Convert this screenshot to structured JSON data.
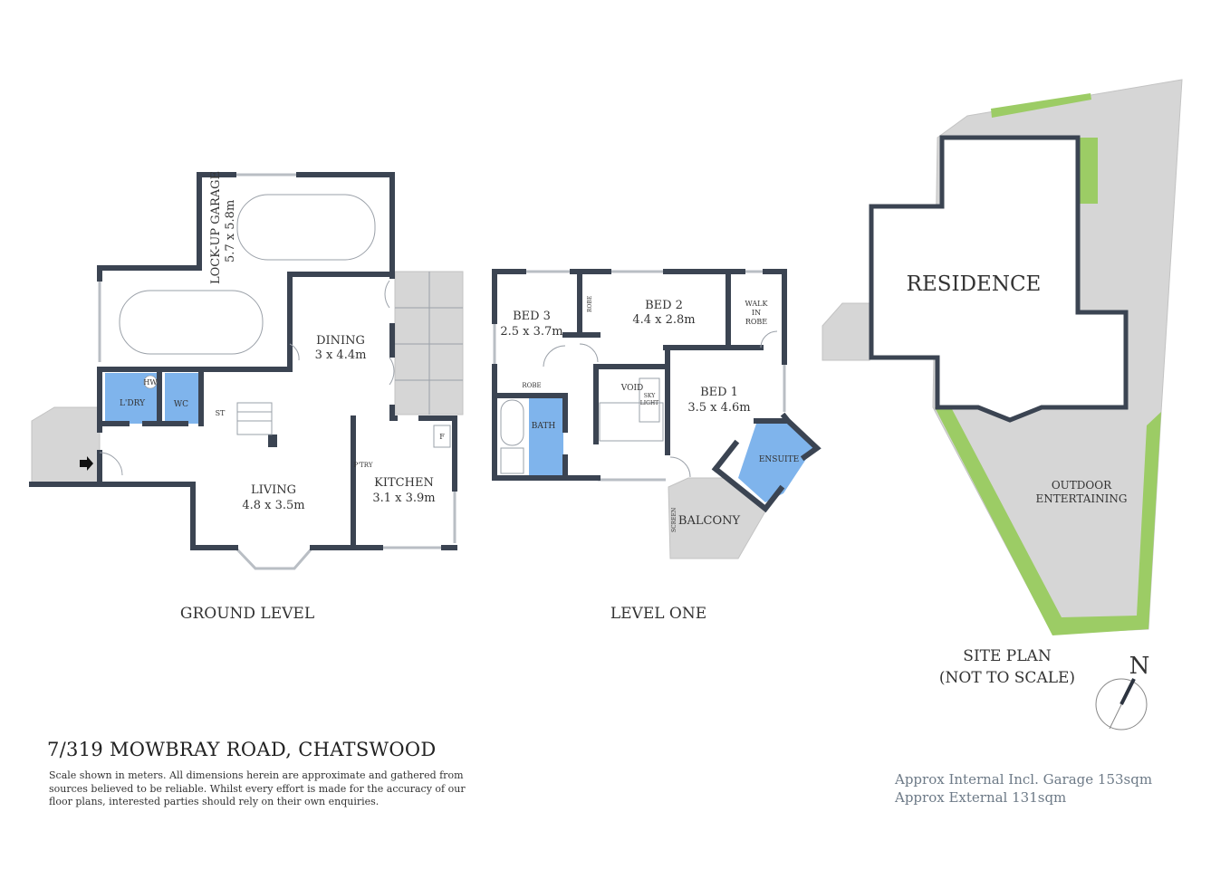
{
  "property": {
    "address": "7/319 MOWBRAY ROAD, CHATSWOOD",
    "disclaimer": "Scale shown in meters. All dimensions herein are approximate and gathered from sources believed to be  reliable. Whilst every effort is made for the accuracy of our floor plans, interested parties should rely on their own enquiries.",
    "area_internal": "Approx Internal Incl. Garage 153sqm",
    "area_external": "Approx External 131sqm"
  },
  "ground_level": {
    "title": "GROUND LEVEL",
    "rooms": {
      "garage_name": "LOCK-UP GARAGE",
      "garage_size": "5.7 x 5.8m",
      "dining_name": "DINING",
      "dining_size": "3 x 4.4m",
      "living_name": "LIVING",
      "living_size": "4.8 x 3.5m",
      "kitchen_name": "KITCHEN",
      "kitchen_size": "3.1 x 3.9m",
      "laundry": "L'DRY",
      "wc": "WC",
      "hw": "HW",
      "st": "ST",
      "pantry": "P'TRY",
      "fridge": "F"
    }
  },
  "level_one": {
    "title": "LEVEL ONE",
    "rooms": {
      "bed3_name": "BED 3",
      "bed3_size": "2.5 x 3.7m",
      "bed2_name": "BED 2",
      "bed2_size": "4.4 x 2.8m",
      "bed1_name": "BED 1",
      "bed1_size": "3.5 x 4.6m",
      "wir_1": "WALK",
      "wir_2": "IN",
      "wir_3": "ROBE",
      "robe_small": "ROBE",
      "robe_bed3": "ROBE",
      "void": "VOID",
      "sky_1": "SKY",
      "sky_2": "LIGHT",
      "bath": "BATH",
      "ensuite": "ENSUITE",
      "balcony": "BALCONY",
      "screen": "SCREEN"
    }
  },
  "site_plan": {
    "title_1": "SITE PLAN",
    "title_2": "(NOT TO SCALE)",
    "residence": "RESIDENCE",
    "outdoor_1": "OUTDOOR",
    "outdoor_2": "ENTERTAINING",
    "north": "N"
  },
  "colors": {
    "wall": "#3b4452",
    "wet_area": "#7fb4ec",
    "paving": "#d6d6d6",
    "garden": "#9ccc65",
    "area_text": "#6d7a87"
  }
}
